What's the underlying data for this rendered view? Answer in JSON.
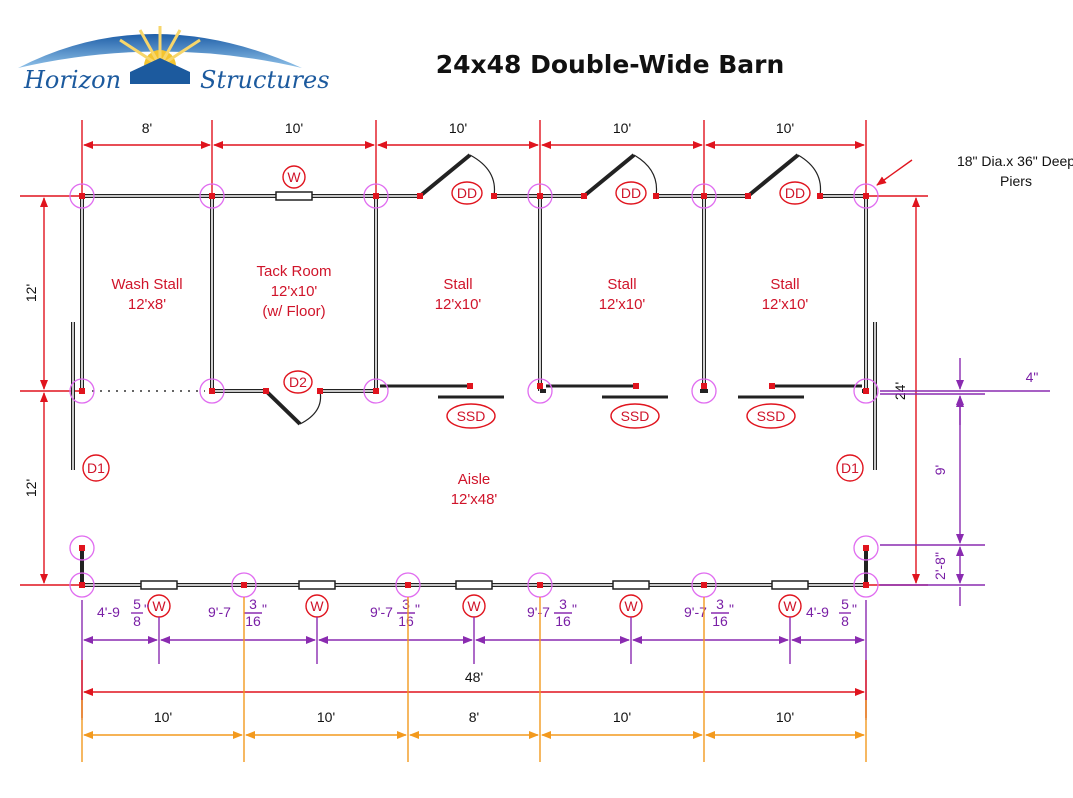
{
  "title": "24x48 Double-Wide Barn",
  "logo": {
    "left_word": "Horizon",
    "right_word": "Structures"
  },
  "rooms": {
    "wash_stall": {
      "name": "Wash Stall",
      "size": "12'x8'"
    },
    "tack_room": {
      "name": "Tack Room",
      "size": "12'x10'",
      "note": "(w/ Floor)"
    },
    "stall_1": {
      "name": "Stall",
      "size": "12'x10'"
    },
    "stall_2": {
      "name": "Stall",
      "size": "12'x10'"
    },
    "stall_3": {
      "name": "Stall",
      "size": "12'x10'"
    },
    "aisle": {
      "name": "Aisle",
      "size": "12'x48'"
    }
  },
  "pier_note": {
    "line1": "18\" Dia.x 36\" Deep",
    "line2": "Piers"
  },
  "top_dims": [
    "8'",
    "10'",
    "10'",
    "10'",
    "10'"
  ],
  "left_dims": [
    "12'",
    "12'"
  ],
  "overall_width": "48'",
  "overall_depth": "24'",
  "bottom_dims": [
    "10'",
    "10'",
    "8'",
    "10'",
    "10'"
  ],
  "right_dims": {
    "gap": "4\"",
    "upper": "9'",
    "lower": "2'-8\""
  },
  "window_spacing": {
    "end": {
      "whole": "4'-9",
      "num": "5",
      "den": "8",
      "unit": "\""
    },
    "mid": {
      "whole": "9'-7",
      "num": "3",
      "den": "16",
      "unit": "\""
    }
  },
  "tags": {
    "window": "W",
    "dutch_door": "DD",
    "sliding_stall_door": "SSD",
    "door_1": "D1",
    "door_2": "D2"
  },
  "colors": {
    "dimension_red": "#e0141e",
    "window_purple": "#8a2bb0",
    "pier_orange": "#f39a1e",
    "pier_circle": "#e06cf0",
    "label_red": "#d0142a"
  }
}
